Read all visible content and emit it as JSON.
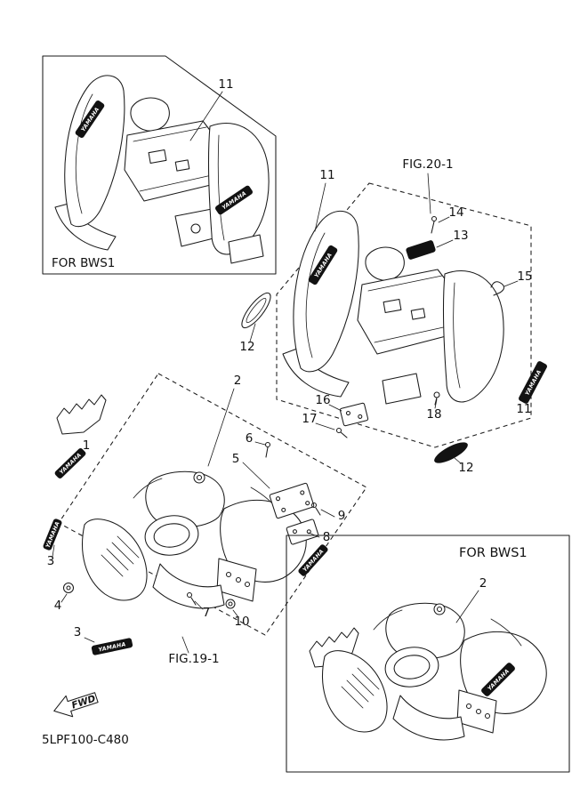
{
  "meta": {
    "drawing_number": "5LPF100-C480",
    "fwd_label": "FWD",
    "decal_text": "YAMAHA",
    "ink_color": "#1a1a1a",
    "background_color": "#ffffff"
  },
  "figures": {
    "fig20_label": "FIG.20-1",
    "fig19_label": "FIG.19-1"
  },
  "insets": {
    "top_left_label": "FOR BWS1",
    "bottom_right_label": "FOR BWS1"
  },
  "callouts": [
    {
      "ref": "top-box-rear-fender-decal",
      "label": "11"
    },
    {
      "ref": "fig20-left-panel-decal",
      "label": "11"
    },
    {
      "ref": "fig20-screw",
      "label": "14"
    },
    {
      "ref": "fig20-emblem-plate",
      "label": "13"
    },
    {
      "ref": "fig20-hook",
      "label": "15"
    },
    {
      "ref": "fig20-oval-emblem-left",
      "label": "12"
    },
    {
      "ref": "fig20-stripe-decal-right",
      "label": "11"
    },
    {
      "ref": "fig20-bracket",
      "label": "16"
    },
    {
      "ref": "fig20-bracket-screw",
      "label": "17"
    },
    {
      "ref": "fig20-bolt",
      "label": "18"
    },
    {
      "ref": "fig20-oval-emblem-bottom",
      "label": "12"
    },
    {
      "ref": "fig19-front-fender-body",
      "label": "2"
    },
    {
      "ref": "fig19-stripe-decal-upper",
      "label": "1"
    },
    {
      "ref": "fig19-screw-top",
      "label": "6"
    },
    {
      "ref": "fig19-plate-upper",
      "label": "5"
    },
    {
      "ref": "fig19-screw-right",
      "label": "9"
    },
    {
      "ref": "fig19-plate-lower",
      "label": "8"
    },
    {
      "ref": "fig19-stripe-decal-left",
      "label": "3"
    },
    {
      "ref": "fig19-grommet-left",
      "label": "4"
    },
    {
      "ref": "fig19-screw-bottom",
      "label": "7"
    },
    {
      "ref": "fig19-grommet-bottom",
      "label": "10"
    },
    {
      "ref": "fig19-stripe-decal-bottom",
      "label": "3"
    },
    {
      "ref": "bottom-box-front-fender-body",
      "label": "2"
    }
  ]
}
